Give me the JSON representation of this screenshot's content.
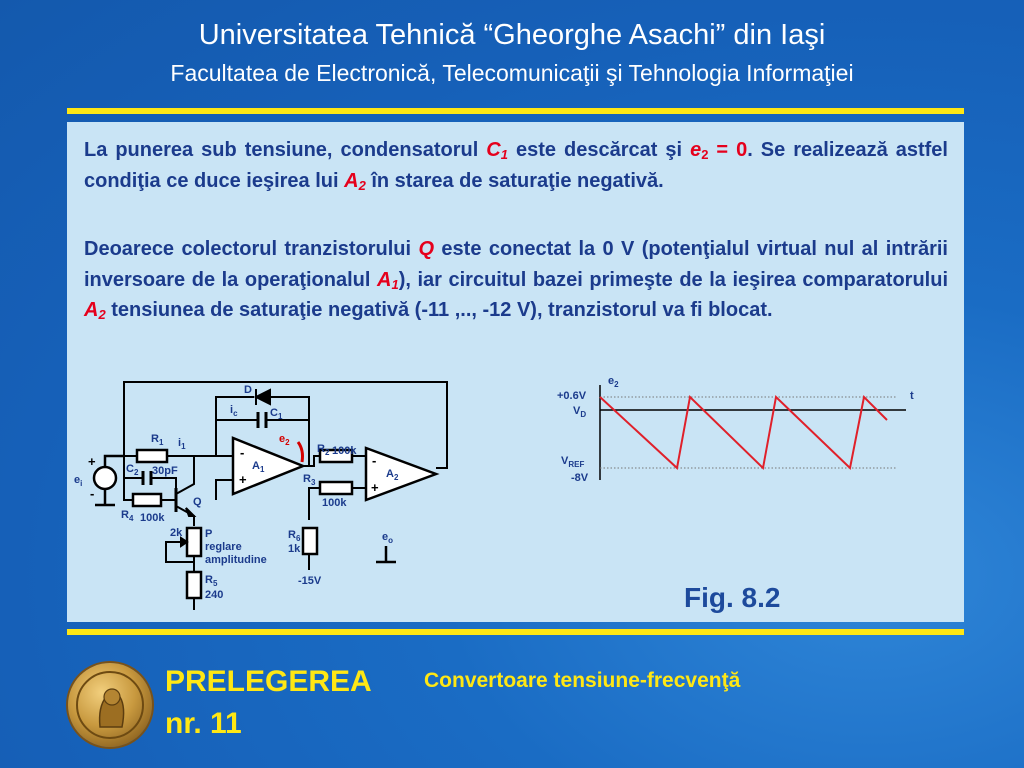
{
  "header": {
    "university": "Universitatea Tehnică “Gheorghe Asachi” din Iaşi",
    "faculty": "Facultatea de Electronică, Telecomunicaţii şi Tehnologia Informaţiei"
  },
  "paragraph1": {
    "t1": "La punerea sub tensiune, condensatorul ",
    "c": "C",
    "c_sub": "1",
    "t2": " este descărcat şi ",
    "e": "e",
    "e_sub": "2",
    "eq": " = 0",
    "t3": ". Se realizează astfel condiţia ce duce ieşirea lui ",
    "a": "A",
    "a_sub": "2",
    "t4": " în starea de saturaţie negativă."
  },
  "paragraph2": {
    "t1": "Deoarece colectorul tranzistorului ",
    "q": "Q",
    "t2": " este conectat la 0 V (potenţialul virtual nul al intrării inversoare de la operaţionalul ",
    "a1": "A",
    "a1_sub": "1",
    "t3": "), iar circuitul bazei primeşte de la ieşirea comparatorului ",
    "a2": "A",
    "a2_sub": "2",
    "t4": " tensiunea de saturaţie negativă (-11 ,.., -12 V), tranzistorul va fi blocat."
  },
  "circuit": {
    "D": "D",
    "ic": "i",
    "ic_sub": "c",
    "C1": "C",
    "C1_sub": "1",
    "R1": "R",
    "R1_sub": "1",
    "i1": "i",
    "i1_sub": "1",
    "e2": "e",
    "e2_sub": "2",
    "R2": "R",
    "R2_sub": "2",
    "R2_val": "100k",
    "R3": "R",
    "R3_sub": "3",
    "R3_val": "100k",
    "A1": "A",
    "A1_sub": "1",
    "A2": "A",
    "A2_sub": "2",
    "minus": "-",
    "plus": "+",
    "C2": "C",
    "C2_sub": "2",
    "C2_val": "30pF",
    "ei": "e",
    "ei_sub": "i",
    "Q": "Q",
    "R4": "R",
    "R4_sub": "4",
    "R4_val": "100k",
    "P_val": "2k",
    "P": "P",
    "P_desc1": "reglare",
    "P_desc2": "amplitudine",
    "R5": "R",
    "R5_sub": "5",
    "R5_val": "240",
    "R6": "R",
    "R6_sub": "6",
    "R6_val": "1k",
    "V_neg": "-15V",
    "eo": "e",
    "eo_sub": "o"
  },
  "waveform": {
    "y_label": "e",
    "y_label_sub": "2",
    "x_label": "t",
    "vd_level": "+0.6V",
    "vd_name": "V",
    "vd_sub": "D",
    "vref_name": "V",
    "vref_sub": "REF",
    "vref_level": "-8V",
    "line_color": "#e0202a"
  },
  "figure_caption": "Fig. 8.2",
  "footer": {
    "lecture": "PRELEGEREA",
    "number": "nr. 11",
    "subject": "Convertoare tensiune-frecvenţă"
  }
}
